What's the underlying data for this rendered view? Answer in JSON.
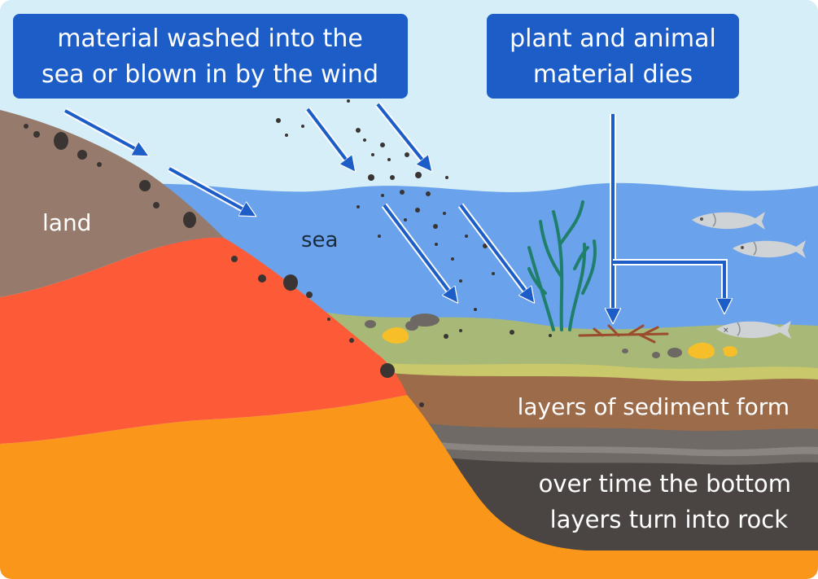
{
  "labels": {
    "box_left_line1": "material washed into the",
    "box_left_line2": "sea or blown in by the wind",
    "box_right_line1": "plant and animal",
    "box_right_line2": "material dies",
    "land": "land",
    "sea": "sea",
    "sediment": "layers of sediment form",
    "rock_line1": "over time the bottom",
    "rock_line2": "layers turn into rock"
  },
  "colors": {
    "sky": "#d6eef8",
    "sea": "#6aa2ec",
    "land": "#967a6c",
    "red_layer": "#fd5b38",
    "orange_layer": "#fa971a",
    "seabed": "#a7b877",
    "sediment_light": "#c9c86a",
    "sediment_brown": "#9c6b4a",
    "grey_layers": "#6f6a66",
    "rock": "#4a4542",
    "label_box": "#1d5dc7",
    "arrow": "#1d5dc7"
  }
}
